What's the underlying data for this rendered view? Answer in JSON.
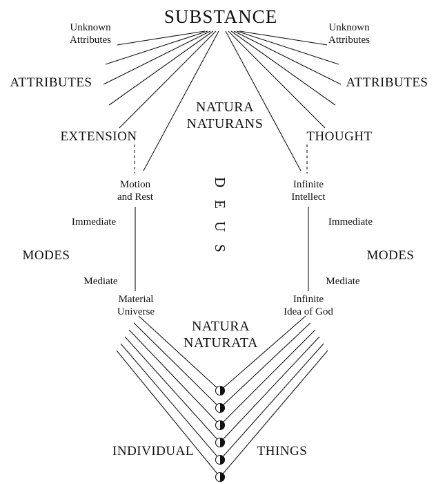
{
  "colors": {
    "ink": "#111111",
    "background": "#ffffff"
  },
  "title": "SUBSTANCE",
  "center": {
    "natura_naturans": [
      "NATURA",
      "NATURANS"
    ],
    "deus": "DEUS",
    "natura_naturata": [
      "NATURA",
      "NATURATA"
    ]
  },
  "left": {
    "unknown_attributes": [
      "Unknown",
      "Attributes"
    ],
    "attributes": "ATTRIBUTES",
    "known_attribute": "EXTENSION",
    "immediate_mode": [
      "Motion",
      "and Rest"
    ],
    "immediate": "Immediate",
    "modes": "MODES",
    "mediate": "Mediate",
    "mediate_mode": [
      "Material",
      "Universe"
    ]
  },
  "right": {
    "unknown_attributes": [
      "Unknown",
      "Attributes"
    ],
    "attributes": "ATTRIBUTES",
    "known_attribute": "THOUGHT",
    "immediate_mode": [
      "Infinite",
      "Intellect"
    ],
    "immediate": "Immediate",
    "modes": "MODES",
    "mediate": "Mediate",
    "mediate_mode": [
      "Infinite",
      "Idea of God"
    ]
  },
  "bottom": {
    "individual": "INDIVIDUAL",
    "things": "THINGS"
  },
  "icons": {
    "individual_thing": "half-filled-circle"
  }
}
